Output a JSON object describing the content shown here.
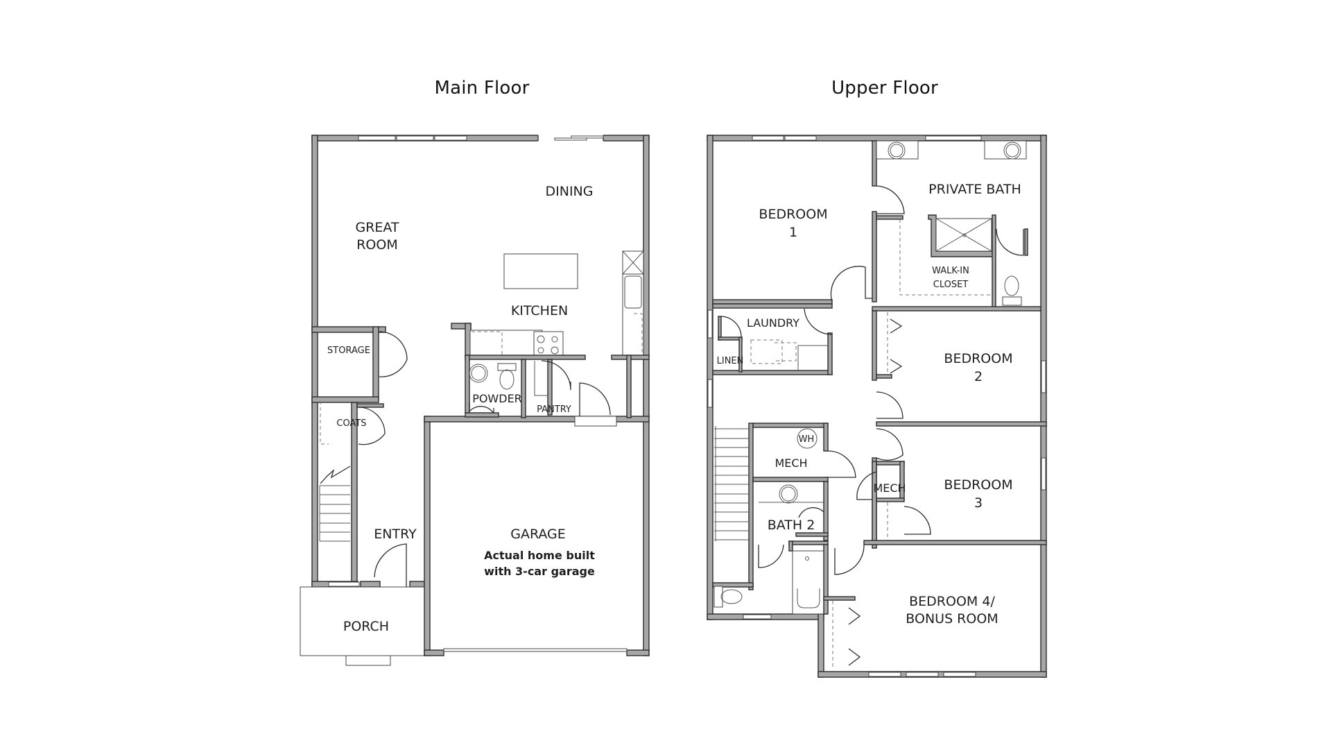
{
  "titles": {
    "main_floor": "Main Floor",
    "upper_floor": "Upper Floor"
  },
  "main_floor": {
    "rooms": {
      "great_room": [
        "GREAT",
        "ROOM"
      ],
      "dining": "DINING",
      "kitchen": "KITCHEN",
      "storage": "STORAGE",
      "coats": "COATS",
      "powder": "POWDER",
      "pantry": "PANTRY",
      "entry": "ENTRY",
      "garage": "GARAGE",
      "porch": "PORCH"
    },
    "garage_note": [
      "Actual home built",
      "with 3-car garage"
    ]
  },
  "upper_floor": {
    "rooms": {
      "bedroom1": [
        "BEDROOM",
        "1"
      ],
      "private_bath": "PRIVATE BATH",
      "walk_in_closet": [
        "WALK-IN",
        "CLOSET"
      ],
      "laundry": "LAUNDRY",
      "linen": "LINEN",
      "bedroom2": [
        "BEDROOM",
        "2"
      ],
      "mech1": "MECH",
      "water_heater": "WH",
      "mech2": "MECH",
      "bedroom3": [
        "BEDROOM",
        "3"
      ],
      "bath2": "BATH 2",
      "bedroom4": [
        "BEDROOM 4/",
        "BONUS ROOM"
      ]
    }
  },
  "colors": {
    "wall_fill": "#a7a7a7",
    "line": "#2b2b2b",
    "background": "#ffffff"
  }
}
